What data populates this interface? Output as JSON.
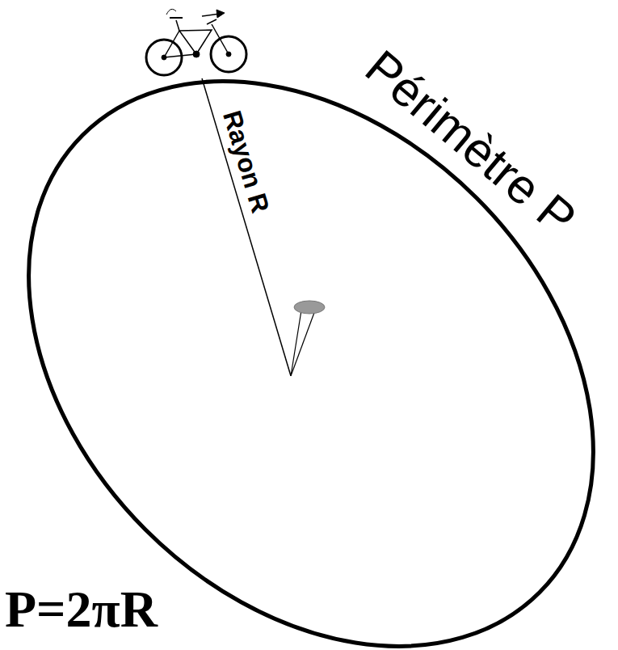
{
  "diagram": {
    "labels": [
      "Périmètre P",
      "Rayon R",
      "P=2πR"
    ]
  }
}
